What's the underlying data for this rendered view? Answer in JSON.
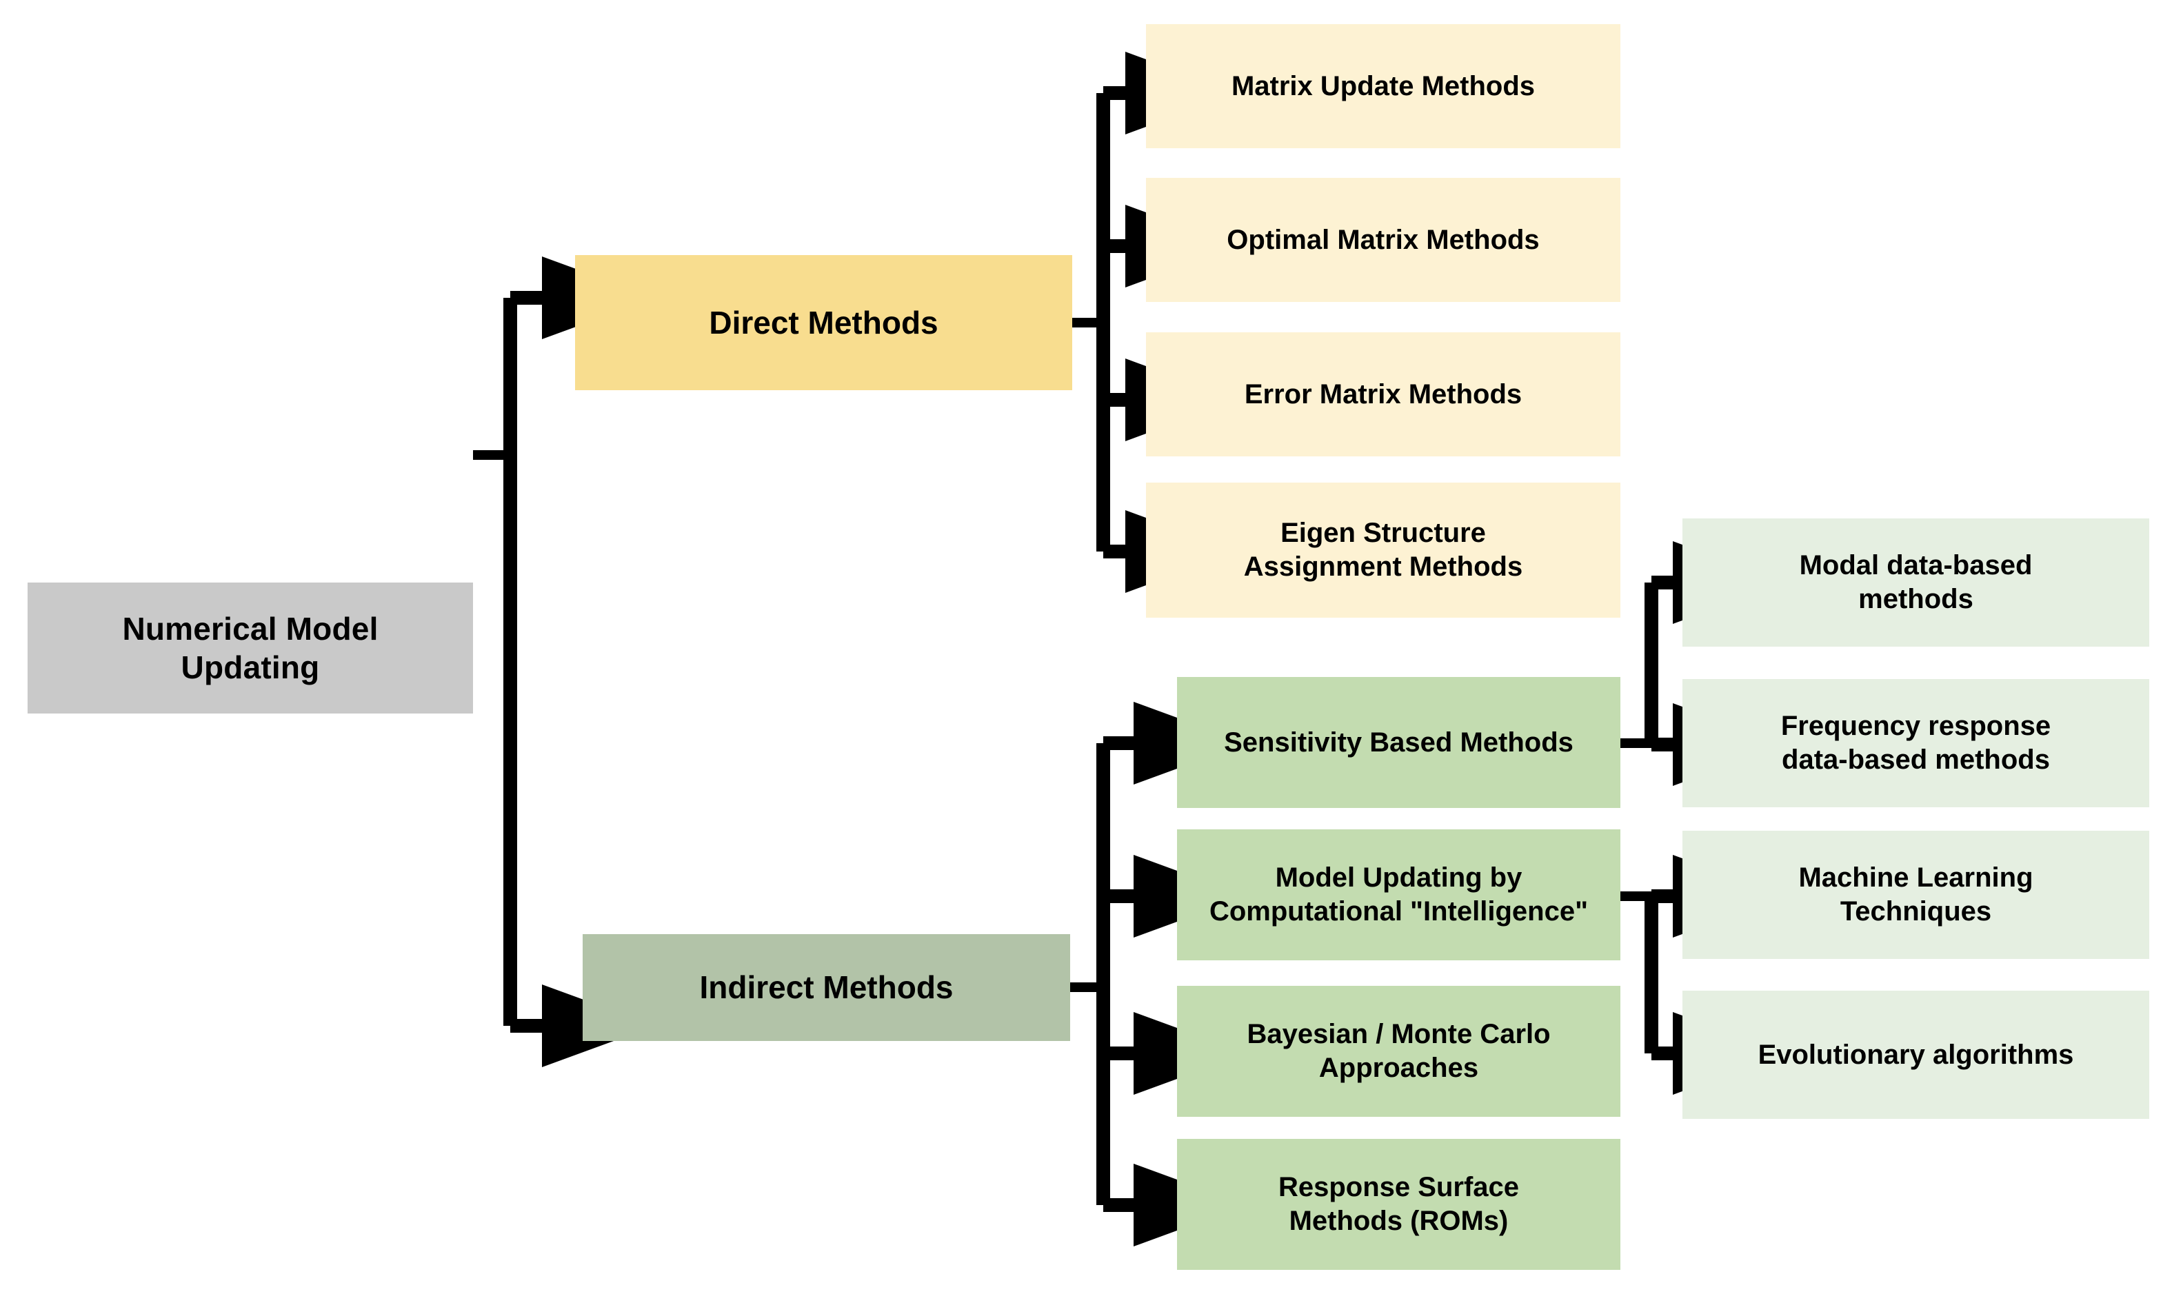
{
  "diagram": {
    "title": "Numerical Model Updating classification tree",
    "type": "tree",
    "orientation": "left-to-right",
    "background": "#ffffff",
    "connector_color": "#000000",
    "colors": {
      "root_fill": "#c9c9c9",
      "direct_fill": "#f8dd8f",
      "indirect_fill": "#b2c3a8",
      "direct_leaf_fill": "#fdf2d3",
      "indirect_leaf_fill": "#c3dcb0",
      "indirect_subleaf_fill": "#e5efe1",
      "text": "#000000"
    }
  },
  "root": {
    "label": "Numerical Model\nUpdating"
  },
  "categories": {
    "direct": {
      "label": "Direct Methods"
    },
    "indirect": {
      "label": "Indirect Methods"
    }
  },
  "direct_methods": [
    {
      "label": "Matrix Update Methods"
    },
    {
      "label": "Optimal Matrix Methods"
    },
    {
      "label": "Error Matrix Methods"
    },
    {
      "label": "Eigen Structure\nAssignment Methods"
    }
  ],
  "indirect_methods": [
    {
      "label": "Sensitivity Based Methods"
    },
    {
      "label": "Model Updating by\nComputational \"Intelligence\""
    },
    {
      "label": "Bayesian / Monte Carlo\nApproaches"
    },
    {
      "label": "Response Surface\nMethods (ROMs)"
    }
  ],
  "sensitivity_children": [
    {
      "label": "Modal data-based\nmethods"
    },
    {
      "label": "Frequency response\ndata-based methods"
    }
  ],
  "computational_intelligence_children": [
    {
      "label": "Machine Learning\nTechniques"
    },
    {
      "label": "Evolutionary algorithms"
    }
  ]
}
